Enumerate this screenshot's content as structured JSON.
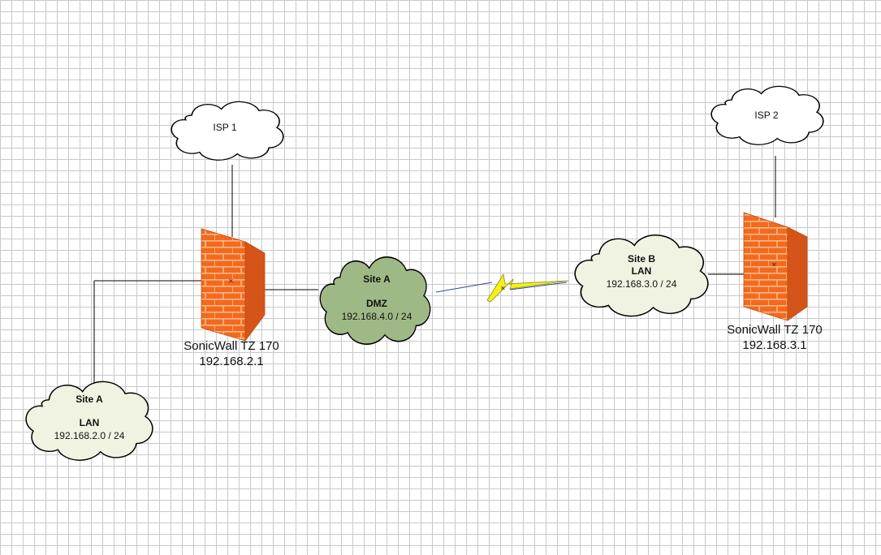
{
  "colors": {
    "cloud_plain": "#ffffff",
    "cloud_lan": "#f1f3e2",
    "cloud_dmz": "#9fb986",
    "firewall_face": "#f26a1f",
    "firewall_side": "#d4541a",
    "mortar": "#ffb783",
    "link": "#000000",
    "wan_bolt": "#f5f118"
  },
  "nodes": {
    "isp1": {
      "label": "ISP 1",
      "icon": "cloud-icon"
    },
    "isp2": {
      "label": "ISP 2",
      "icon": "cloud-icon"
    },
    "fw_a": {
      "name": "SonicWall TZ 170",
      "ip": "192.168.2.1",
      "icon": "firewall-icon"
    },
    "fw_b": {
      "name": "SonicWall TZ 170",
      "ip": "192.168.3.1",
      "icon": "firewall-icon"
    },
    "dmz_a": {
      "site": "Site A",
      "zone": "DMZ",
      "subnet": "192.168.4.0 / 24",
      "icon": "cloud-icon"
    },
    "lan_a": {
      "site": "Site A",
      "zone": "LAN",
      "subnet": "192.168.2.0 / 24",
      "icon": "cloud-icon"
    },
    "lan_b": {
      "site": "Site B",
      "zone": "LAN",
      "subnet": "192.168.3.0 / 24",
      "icon": "cloud-icon"
    }
  },
  "links": [
    {
      "from": "isp1",
      "to": "fw_a",
      "type": "wired"
    },
    {
      "from": "fw_a",
      "to": "lan_a",
      "type": "wired"
    },
    {
      "from": "fw_a",
      "to": "dmz_a",
      "type": "wired"
    },
    {
      "from": "dmz_a",
      "to": "lan_b",
      "type": "wan"
    },
    {
      "from": "lan_b",
      "to": "fw_b",
      "type": "wired"
    },
    {
      "from": "isp2",
      "to": "fw_b",
      "type": "wired"
    }
  ]
}
